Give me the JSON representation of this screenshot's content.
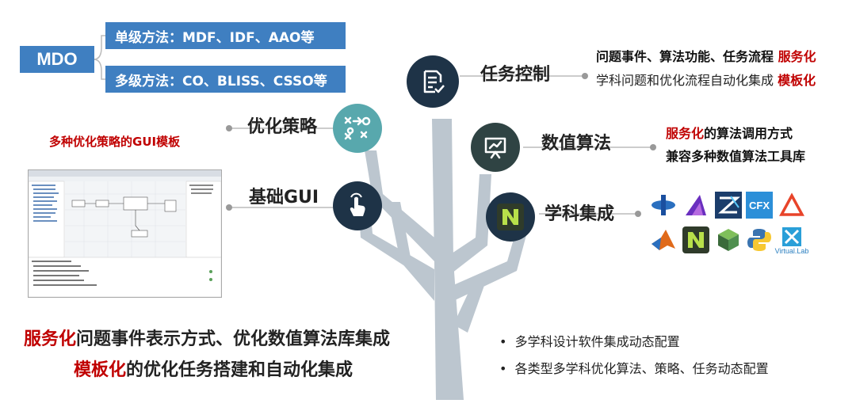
{
  "mdo": {
    "label": "MDO",
    "single": "单级方法：MDF、IDF、AAO等",
    "multi": "多级方法：CO、BLISS、CSSO等"
  },
  "left": {
    "optimization_strategy": "优化策略",
    "gui_templates": "多种优化策略的GUI模板",
    "basic_gui": "基础GUI"
  },
  "right": {
    "task_control": {
      "label": "任务控制",
      "line1_text": "问题事件、算法功能、任务流程 ",
      "line1_red": "服务化",
      "line2_text": "学科问题和优化流程自动化集成 ",
      "line2_red": "模板化"
    },
    "numerical": {
      "label": "数值算法",
      "line1_red": "服务化",
      "line1_text": "的算法调用方式",
      "line2_text": "兼容多种数值算法工具库"
    },
    "discipline": {
      "label": "学科集成",
      "logos": [
        "isight-icon",
        "ansys-a-icon",
        "z-icon",
        "cfx",
        "mesh-triangle-icon",
        "matlab-icon",
        "nx-icon",
        "cube-icon",
        "python-icon",
        "virtual-lab"
      ],
      "cfx_text": "CFX",
      "virtual_lab_text": "Virtual.Lab"
    }
  },
  "bottom": {
    "line1_red": "服务化",
    "line1_text": "问题事件表示方式、优化数值算法库集成",
    "line2_red": "模板化",
    "line2_text": "的优化任务搭建和自动化集成",
    "bullets": [
      "多学科设计软件集成动态配置",
      "各类型多学科优化算法、策略、任务动态配置"
    ]
  },
  "colors": {
    "blue": "#3f7fc1",
    "red": "#c00000",
    "tree": "#bcc6cf",
    "dark": "#1e3347",
    "teal": "#58a8ad"
  }
}
